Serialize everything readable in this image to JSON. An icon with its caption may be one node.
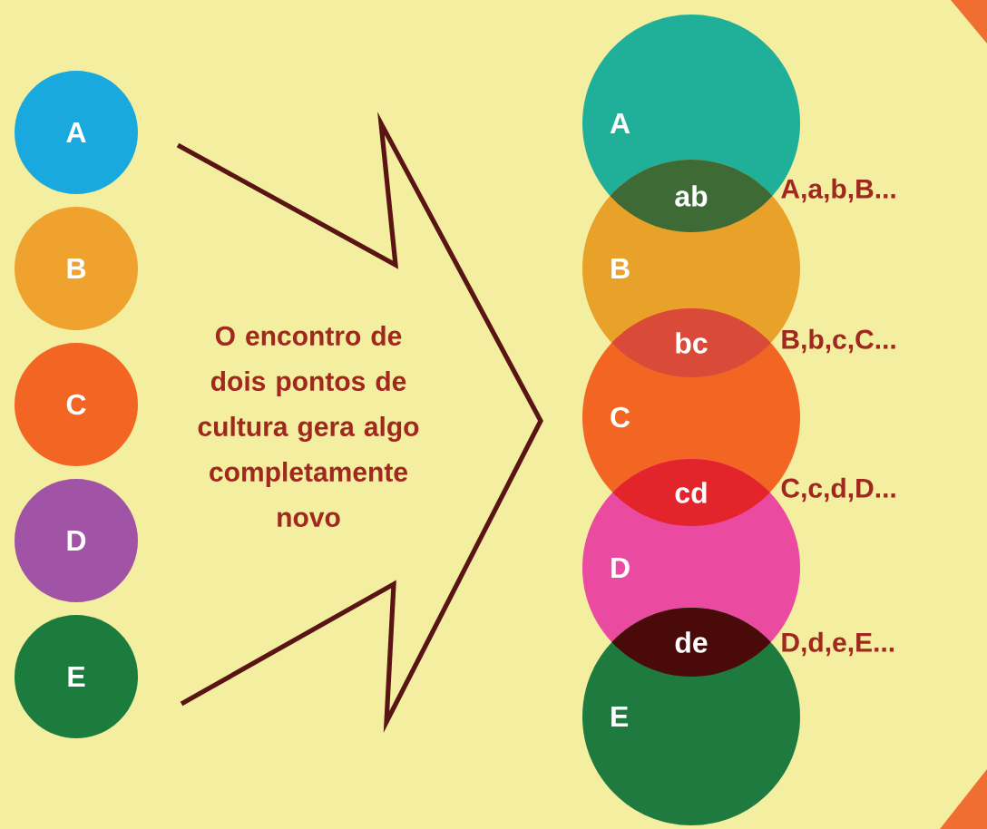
{
  "diagram": {
    "nodes": [
      {
        "text": [
          "A"
        ]
      },
      {
        "text": [
          "B"
        ]
      },
      {
        "text": [
          "C"
        ]
      },
      {
        "text": [
          "D"
        ]
      },
      {
        "text": [
          "E"
        ]
      },
      {
        "text": [
          "O encontro de dois pontos de cultura gera algo completamente novo"
        ]
      },
      {
        "text": [
          "A"
        ]
      },
      {
        "text": [
          "ab"
        ]
      },
      {
        "text": [
          "B"
        ]
      },
      {
        "text": [
          "bc"
        ]
      },
      {
        "text": [
          "C"
        ]
      },
      {
        "text": [
          "cd"
        ]
      },
      {
        "text": [
          "D"
        ]
      },
      {
        "text": [
          "de"
        ]
      },
      {
        "text": [
          "E"
        ]
      }
    ],
    "labels": [
      "A,a,b,B...",
      "B,b,c,C...",
      "C,c,d,D...",
      "D,d,e,E..."
    ]
  }
}
